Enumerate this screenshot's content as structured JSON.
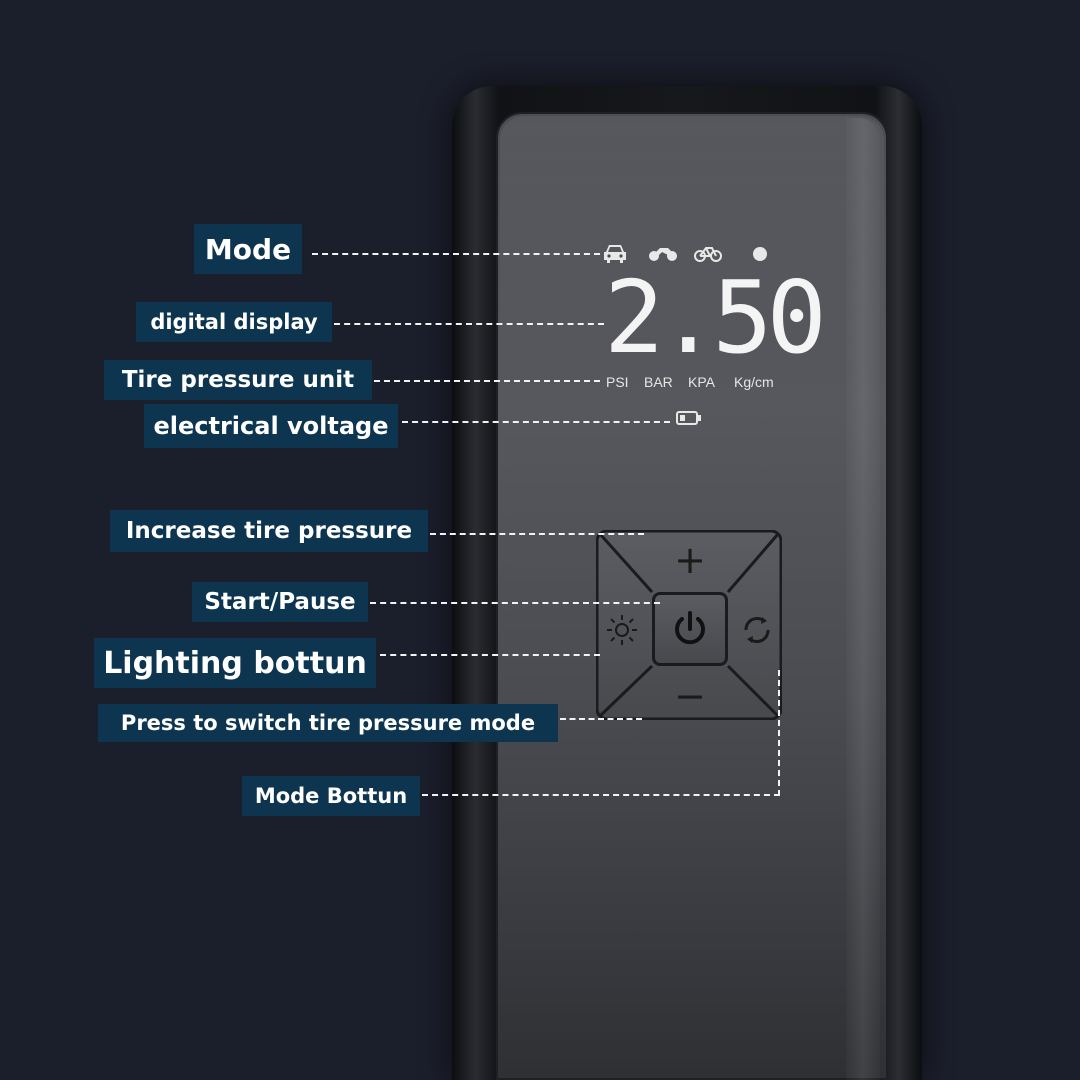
{
  "labels": {
    "mode": "Mode",
    "digital_display": "digital display",
    "tire_pressure_unit": "Tire pressure unit",
    "electrical_voltage": "electrical voltage",
    "increase_tire_pressure": "Increase tire pressure",
    "start_pause": "Start/Pause",
    "lighting_button": "Lighting bottun",
    "switch_mode": "Press to switch tire pressure mode",
    "mode_button": "Mode Bottun"
  },
  "display": {
    "value": "2.50",
    "mode_icons": [
      "car-icon",
      "motorcycle-icon",
      "bicycle-icon",
      "ball-icon"
    ],
    "units": [
      "PSI",
      "BAR",
      "KPA",
      "Kg/cm"
    ],
    "battery_icon": "battery-icon"
  },
  "buttons": {
    "plus": "+",
    "minus": "−",
    "light_icon": "sun-icon",
    "power_icon": "power-icon",
    "mode_icon": "cycle-icon"
  },
  "colors": {
    "background": "#1b1e2b",
    "label_bg": "#0d3550",
    "label_text": "#ffffff",
    "display_text": "#f4f4f4"
  }
}
